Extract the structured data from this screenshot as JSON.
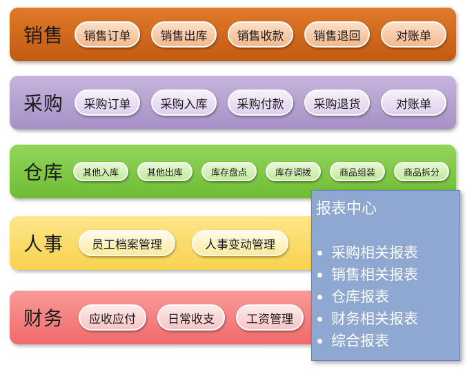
{
  "sales": {
    "title": "销售",
    "items": [
      "销售订单",
      "销售出库",
      "销售收款",
      "销售退回",
      "对账单"
    ]
  },
  "purchase": {
    "title": "采购",
    "items": [
      "采购订单",
      "采购入库",
      "采购付款",
      "采购退货",
      "对账单"
    ]
  },
  "warehouse": {
    "title": "仓库",
    "items": [
      "其他入库",
      "其他出库",
      "库存盘点",
      "库存调拨",
      "商品组装",
      "商品拆分"
    ]
  },
  "hr": {
    "title": "人事",
    "items": [
      "员工档案管理",
      "人事变动管理"
    ]
  },
  "finance": {
    "title": "财务",
    "items": [
      "应收应付",
      "日常收支",
      "工资管理"
    ]
  },
  "report": {
    "title": "报表中心",
    "items": [
      "采购相关报表",
      "销售相关报表",
      "仓库报表",
      "财务相关报表",
      "综合报表"
    ]
  },
  "colors": {
    "sales": "#d66a1c",
    "purchase": "#b49fd1",
    "warehouse": "#81c94a",
    "hr": "#fbdc68",
    "finance": "#f47e7e",
    "report_panel": "#8fa8d2"
  }
}
